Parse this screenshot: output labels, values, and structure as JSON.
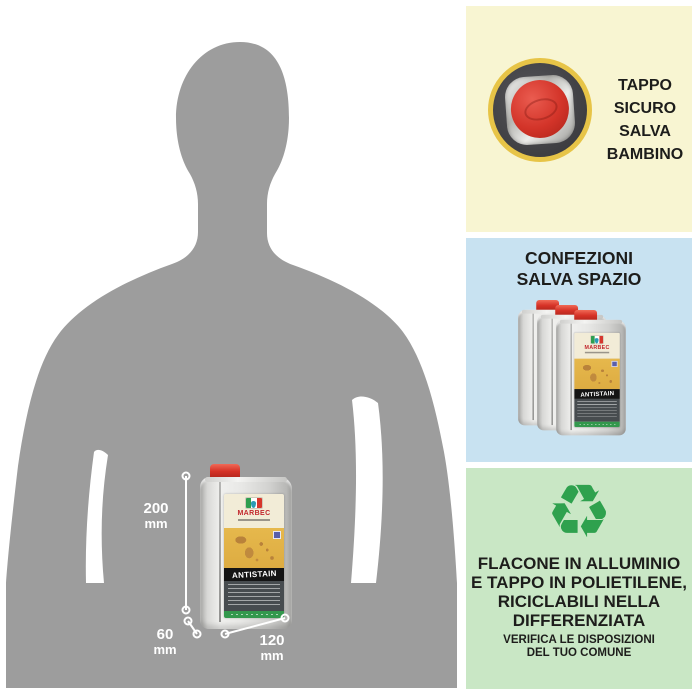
{
  "colors": {
    "page-bg": "#ffffff",
    "silhouette-gray": "#9d9d9d",
    "panel-yellow": "#f8f5d2",
    "panel-blue": "#c8e2f1",
    "panel-green": "#c9e7c5",
    "cap-red": "#d63227",
    "gold-ring": "#e7c447",
    "recycle-green": "#2fa14e",
    "text-black": "#1d1d1b"
  },
  "product": {
    "brand": "MARBEC",
    "name": "ANTISTAIN"
  },
  "dimensions": {
    "height": {
      "value": "200",
      "unit": "mm"
    },
    "depth": {
      "value": "60",
      "unit": "mm"
    },
    "width": {
      "value": "120",
      "unit": "mm"
    }
  },
  "panels": {
    "safety_cap": {
      "lines": [
        "TAPPO",
        "SICURO",
        "SALVA",
        "BAMBINO"
      ]
    },
    "space_saving": {
      "lines": [
        "CONFEZIONI",
        "SALVA SPAZIO"
      ]
    },
    "recyclable": {
      "icon": "recycle-icon",
      "icon_char": "♻",
      "title_lines": [
        "FLACONE IN ALLUMINIO",
        "E TAPPO IN POLIETILENE,",
        "RICICLABILI NELLA",
        "DIFFERENZIATA"
      ],
      "note_lines": [
        "VERIFICA LE DISPOSIZIONI",
        "DEL TUO COMUNE"
      ]
    }
  }
}
